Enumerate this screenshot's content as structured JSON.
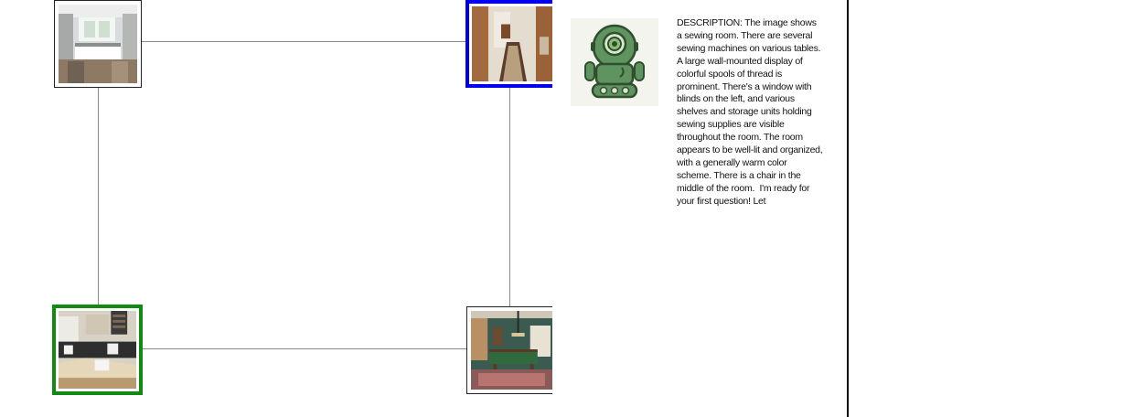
{
  "map": {
    "nodes": [
      {
        "id": "kitchen",
        "room": "white kitchen",
        "state": "unvisited"
      },
      {
        "id": "hallway",
        "room": "narrow hallway with runner rug",
        "state": "current"
      },
      {
        "id": "sewing-room",
        "room": "sewing room",
        "state": "target"
      },
      {
        "id": "billiard-room",
        "room": "billiard room",
        "state": "unvisited"
      }
    ],
    "colors": {
      "current_border": "#0000ee",
      "target_border": "#118a11",
      "edge": "#8a8a8a"
    }
  },
  "agent": {
    "avatar_icon": "robot-icon",
    "message": "DESCRIPTION: The image shows a sewing room. There are several sewing machines on various tables. A large wall-mounted display of colorful spools of thread is prominent. There's a window with blinds on the left, and various shelves and storage units holding sewing supplies are visible throughout the room. The room appears to be well-lit and organized, with a generally warm color scheme. There is a chair in the middle of the room.  I'm ready for your first question! Let"
  }
}
